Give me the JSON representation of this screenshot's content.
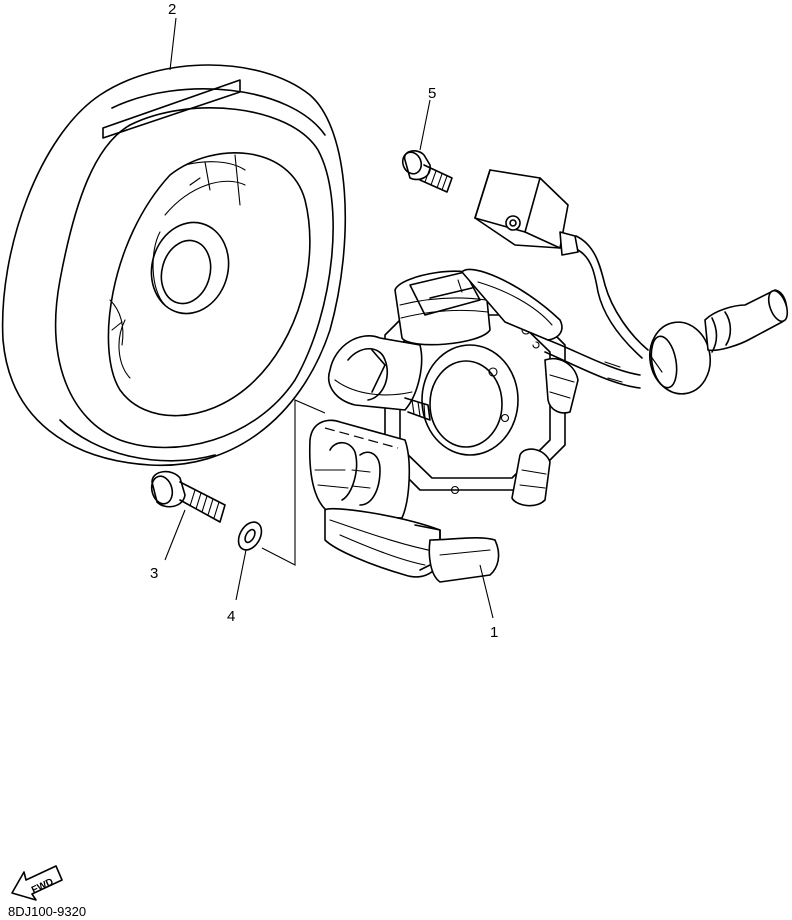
{
  "diagram_code": "8DJ100-9320",
  "fwd_label": "FWD",
  "callouts": {
    "p1": "1",
    "p2": "2",
    "p3": "3",
    "p4": "4",
    "p5": "5"
  },
  "parts": {
    "p1": "stator-assembly",
    "p2": "rotor-flywheel",
    "p3": "bolt",
    "p4": "washer",
    "p5": "screw"
  },
  "line_color": "#000000",
  "background_color": "#ffffff"
}
